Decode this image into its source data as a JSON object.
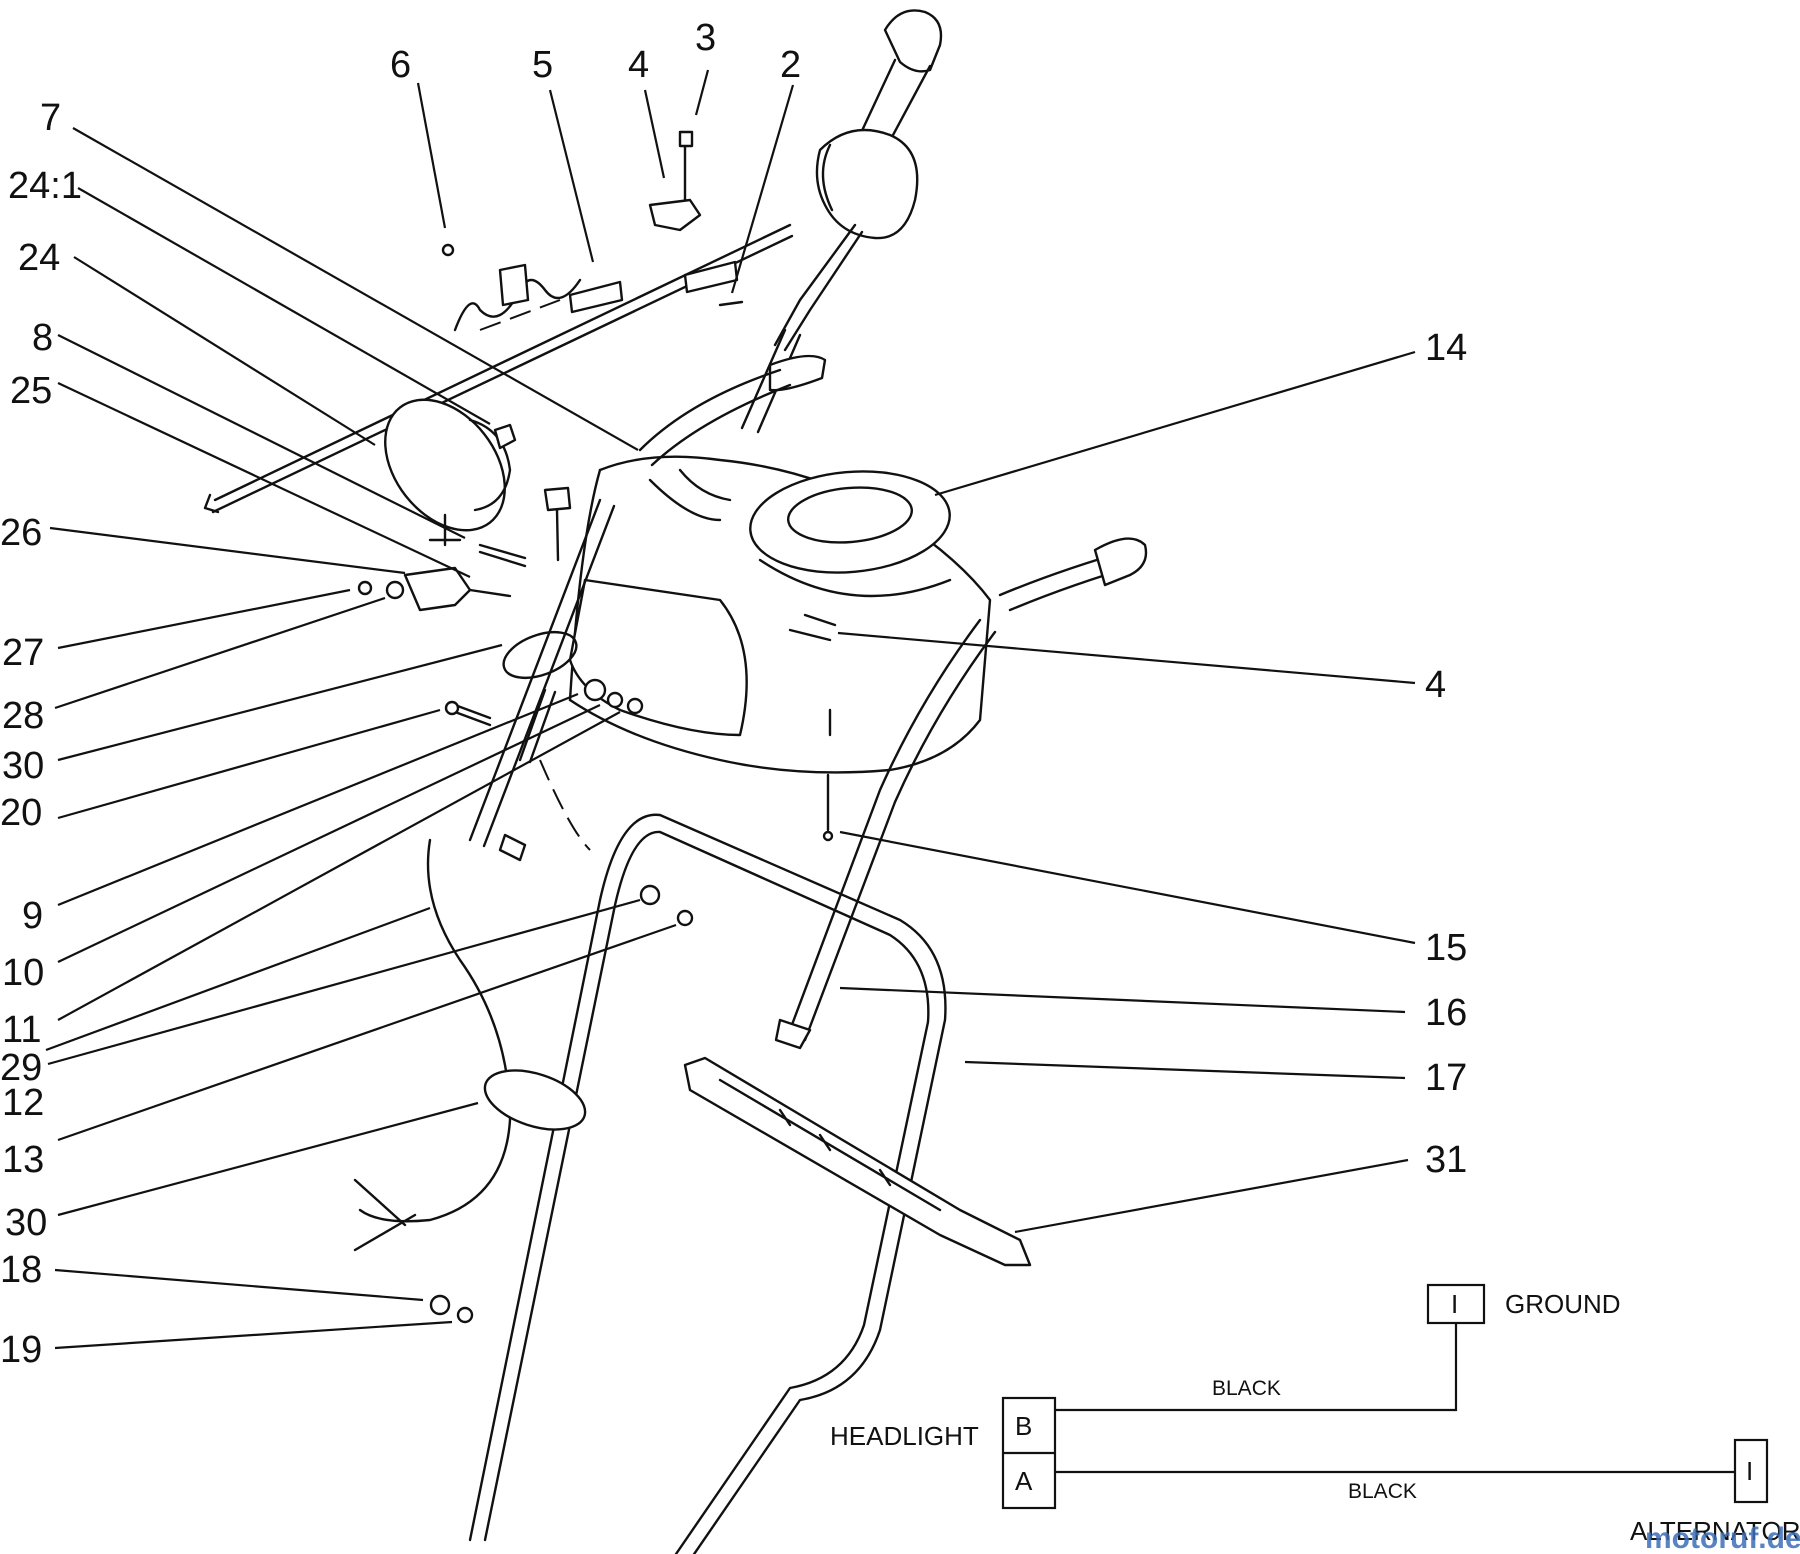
{
  "callouts": [
    {
      "id": "c6",
      "label": "6"
    },
    {
      "id": "c5",
      "label": "5"
    },
    {
      "id": "c4a",
      "label": "4"
    },
    {
      "id": "c3",
      "label": "3"
    },
    {
      "id": "c2",
      "label": "2"
    },
    {
      "id": "c7",
      "label": "7"
    },
    {
      "id": "c241",
      "label": "24:1"
    },
    {
      "id": "c24",
      "label": "24"
    },
    {
      "id": "c8",
      "label": "8"
    },
    {
      "id": "c25",
      "label": "25"
    },
    {
      "id": "c26",
      "label": "26"
    },
    {
      "id": "c27",
      "label": "27"
    },
    {
      "id": "c28",
      "label": "28"
    },
    {
      "id": "c30a",
      "label": "30"
    },
    {
      "id": "c20",
      "label": "20"
    },
    {
      "id": "c9",
      "label": "9"
    },
    {
      "id": "c10",
      "label": "10"
    },
    {
      "id": "c11",
      "label": "11"
    },
    {
      "id": "c29",
      "label": "29"
    },
    {
      "id": "c12",
      "label": "12"
    },
    {
      "id": "c13",
      "label": "13"
    },
    {
      "id": "c30b",
      "label": "30"
    },
    {
      "id": "c18",
      "label": "18"
    },
    {
      "id": "c19",
      "label": "19"
    },
    {
      "id": "c14",
      "label": "14"
    },
    {
      "id": "c4b",
      "label": "4"
    },
    {
      "id": "c15",
      "label": "15"
    },
    {
      "id": "c16",
      "label": "16"
    },
    {
      "id": "c17",
      "label": "17"
    },
    {
      "id": "c31",
      "label": "31"
    }
  ],
  "wiring": {
    "headlight": "HEADLIGHT",
    "terminal_b": "B",
    "terminal_a": "A",
    "ground_terminal": "I",
    "ground": "GROUND",
    "alternator_terminal": "I",
    "alternator": "ALTERNATOR",
    "wire_top": "BLACK",
    "wire_bottom": "BLACK"
  },
  "watermark": "motoruf.de"
}
